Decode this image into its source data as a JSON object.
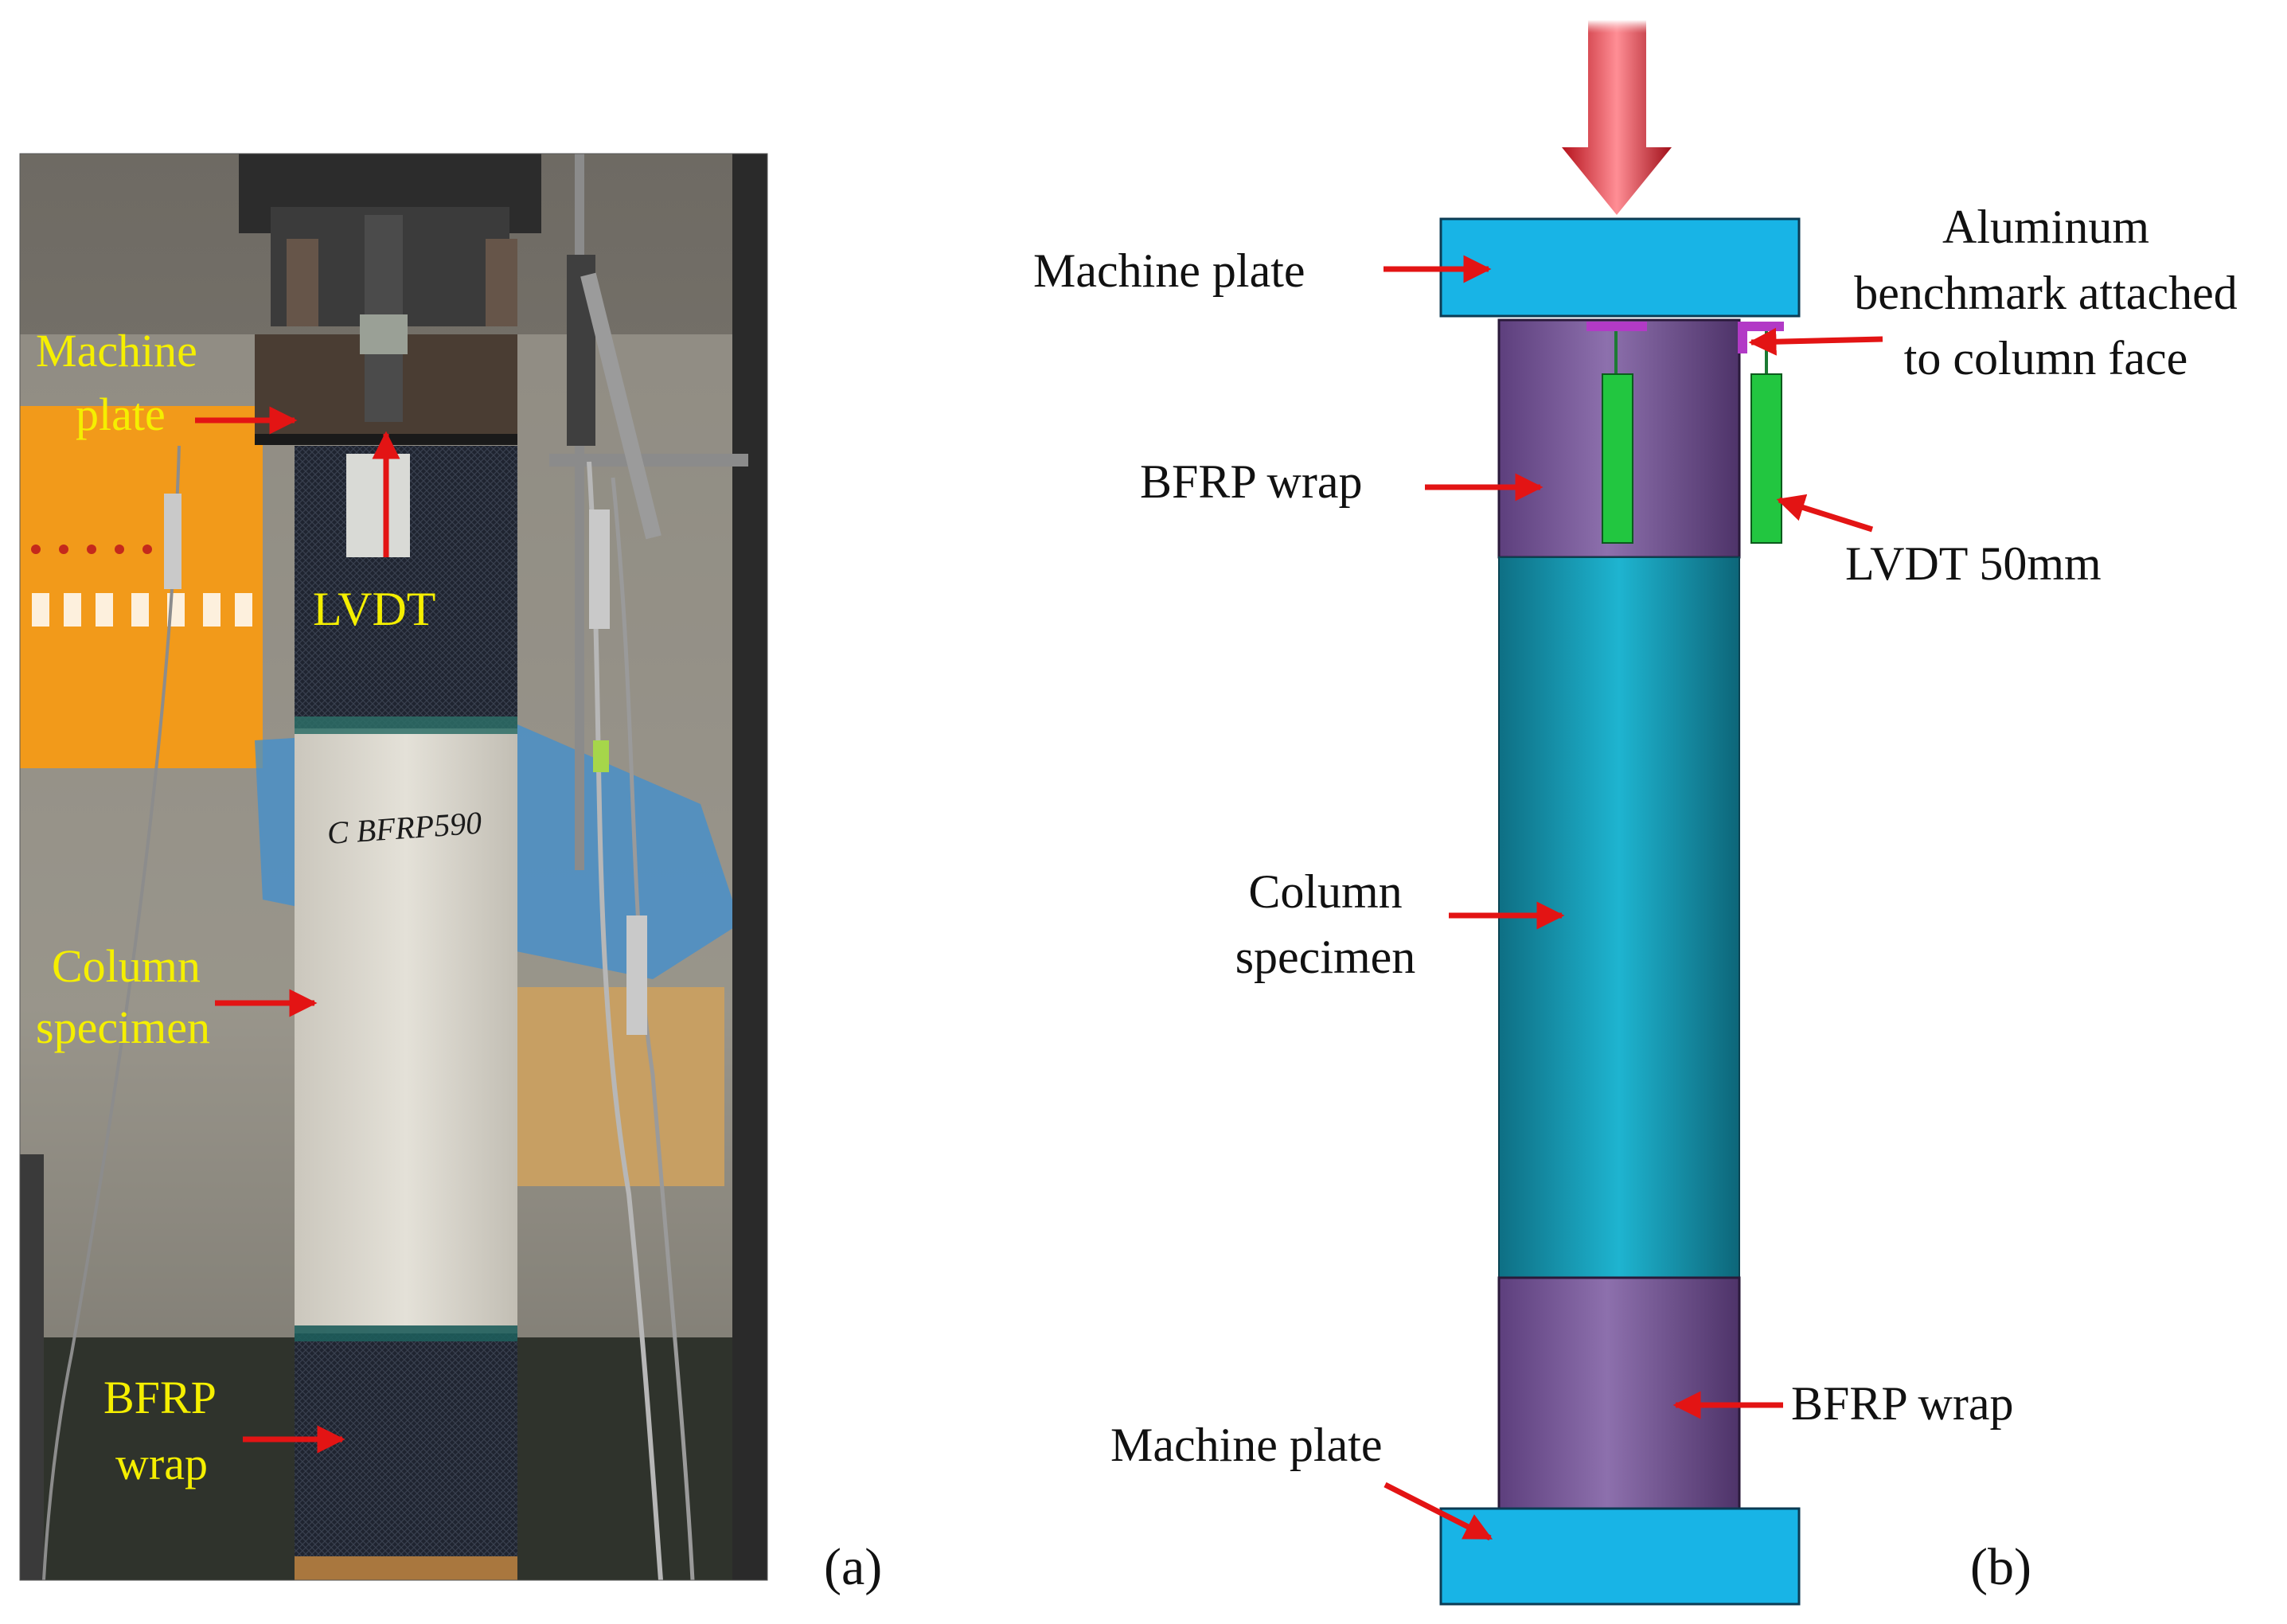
{
  "panel_a": {
    "label": "(a)",
    "annotations": {
      "machine_plate_line1": "Machine",
      "machine_plate_line2": "plate",
      "lvdt": "LVDT",
      "column_line1": "Column",
      "column_line2": "specimen",
      "bfrp_line1": "BFRP",
      "bfrp_line2": "wrap"
    },
    "specimen_marking": "C BFRP590"
  },
  "panel_b": {
    "label": "(b)",
    "annotations": {
      "machine_plate_top": "Machine plate",
      "aluminum_line1": "Aluminum",
      "aluminum_line2": "benchmark attached",
      "aluminum_line3": "to column face",
      "bfrp_top": "BFRP wrap",
      "lvdt": "LVDT 50mm",
      "column_line1": "Column",
      "column_line2": "specimen",
      "bfrp_bottom": "BFRP wrap",
      "machine_plate_bottom": "Machine plate"
    }
  },
  "colors": {
    "annotation_arrow": "#e31414",
    "photo_label_text": "#f5ef00",
    "machine_plate": "#18b4e6",
    "bfrp_wrap": "#7d5c9a",
    "column": "#1aa0bc",
    "lvdt": "#22c640",
    "load_arrow": "#d9232c"
  }
}
